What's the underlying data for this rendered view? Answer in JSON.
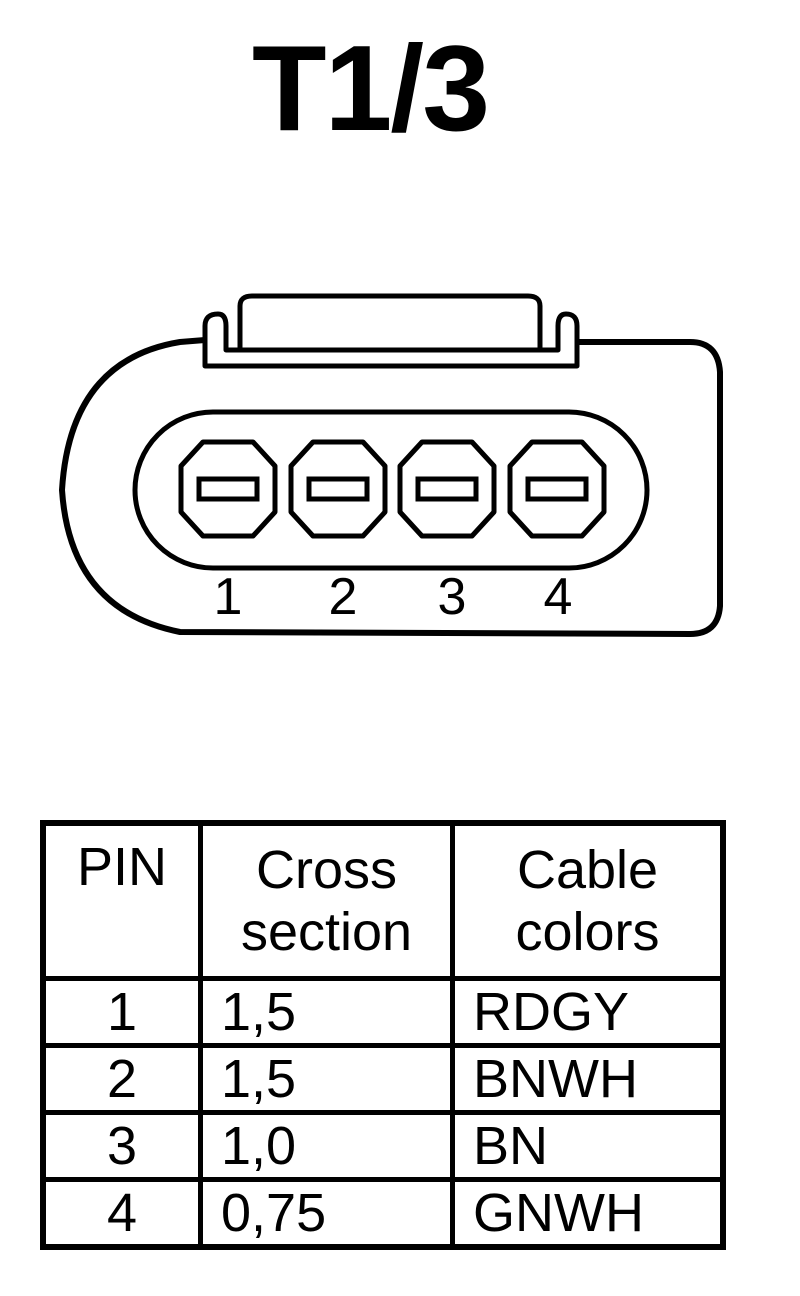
{
  "title": "T1/3",
  "connector": {
    "pin_labels": [
      "1",
      "2",
      "3",
      "4"
    ]
  },
  "table": {
    "headers": {
      "pin": "PIN",
      "cross_section_line1": "Cross",
      "cross_section_line2": "section",
      "cable_colors_line1": "Cable",
      "cable_colors_line2": "colors"
    },
    "rows": [
      {
        "pin": "1",
        "cross_section": "1,5",
        "color": "RDGY"
      },
      {
        "pin": "2",
        "cross_section": "1,5",
        "color": "BNWH"
      },
      {
        "pin": "3",
        "cross_section": "1,0",
        "color": "BN"
      },
      {
        "pin": "4",
        "cross_section": "0,75",
        "color": "GNWH"
      }
    ]
  }
}
